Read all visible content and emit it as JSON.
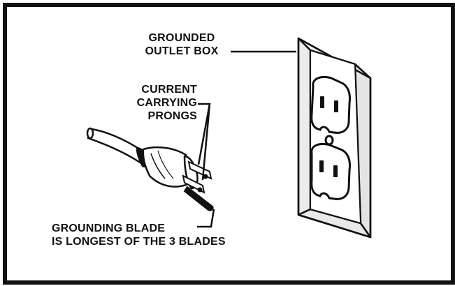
{
  "labels": {
    "outlet_box": [
      "GROUNDED",
      "OUTLET BOX"
    ],
    "prongs": [
      "CURRENT",
      "CARRYING",
      "PRONGS"
    ],
    "grounding_blade": [
      "GROUNDING BLADE",
      "IS LONGEST OF THE 3 BLADES"
    ]
  },
  "colors": {
    "ink": "#111111",
    "background": "#ffffff"
  }
}
